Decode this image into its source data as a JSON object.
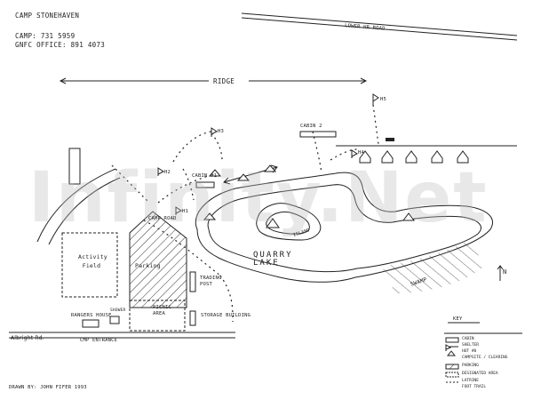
{
  "header": {
    "title": "CAMP STONEHAVEN",
    "camp_phone": "CAMP: 731 5959",
    "office_phone": "GNFC OFFICE: 891 4073"
  },
  "roads": {
    "lower_rd": "LOWER HR ROAD",
    "albright": "Albright Rd.",
    "camp_entrance": "CMP ENTRANCE"
  },
  "features": {
    "ridge": "RIDGE",
    "cabin_2": "CABIN 2",
    "cabin_1": "CABIN #1",
    "h5": "H5",
    "h3": "H3",
    "h2": "H2",
    "h1": "H1",
    "h4": "H4",
    "camp_road": "CAMP ROAD",
    "activity_field": "Activity Field",
    "parking": "Parking",
    "trading_post": "TRADING POST",
    "rangers_house": "RANGERS HOUSE",
    "shower": "SHOWER",
    "picnic_area": "PICNIC AREA",
    "storage_building": "STORAGE BUILDING",
    "quarry_lake": "QUARRY LAKE",
    "island": "ISLAND",
    "swamp": "SWAMP",
    "north": "N"
  },
  "key": {
    "title": "KEY",
    "items": [
      "CABIN",
      "SHELTER",
      "HUT #0",
      "CAMPSITE / CLEARING",
      "PARKING",
      "DESIGNATED AREA",
      "LATRINE",
      "FOOT TRAIL"
    ]
  },
  "credit": "DRAWN BY: JOHN FIFER 1993",
  "watermark": "Infinity.Net"
}
